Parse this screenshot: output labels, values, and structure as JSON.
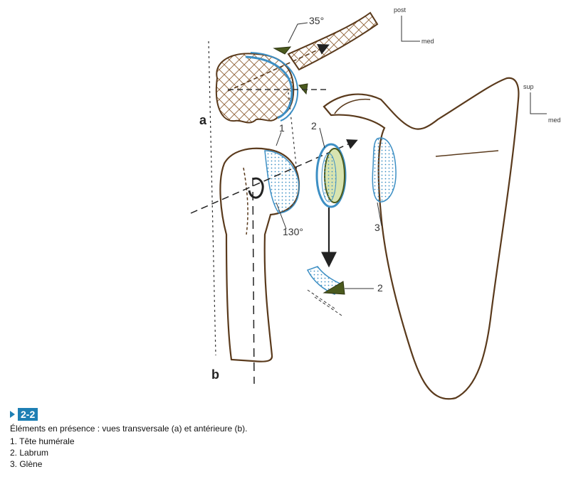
{
  "labels": {
    "angle_top": "35°",
    "angle_bottom": "130°",
    "view_a": "a",
    "view_b": "b",
    "num_1": "1",
    "num_2_top": "2",
    "num_2_bottom": "2",
    "num_3": "3",
    "orient_top_post": "post",
    "orient_top_med": "med",
    "orient_right_sup": "sup",
    "orient_right_med": "med"
  },
  "caption": {
    "figure_number": "2-2",
    "title": "Éléments en présence : vues transversale (a) et antérieure (b).",
    "legend": [
      "1. Tête humérale",
      "2. Labrum",
      "3. Glène"
    ]
  },
  "colors": {
    "ink": "#5a3a1c",
    "cartilage": "#3d8fc4",
    "labrum": "#4b5a1e",
    "accent": "#1e7fb4"
  }
}
